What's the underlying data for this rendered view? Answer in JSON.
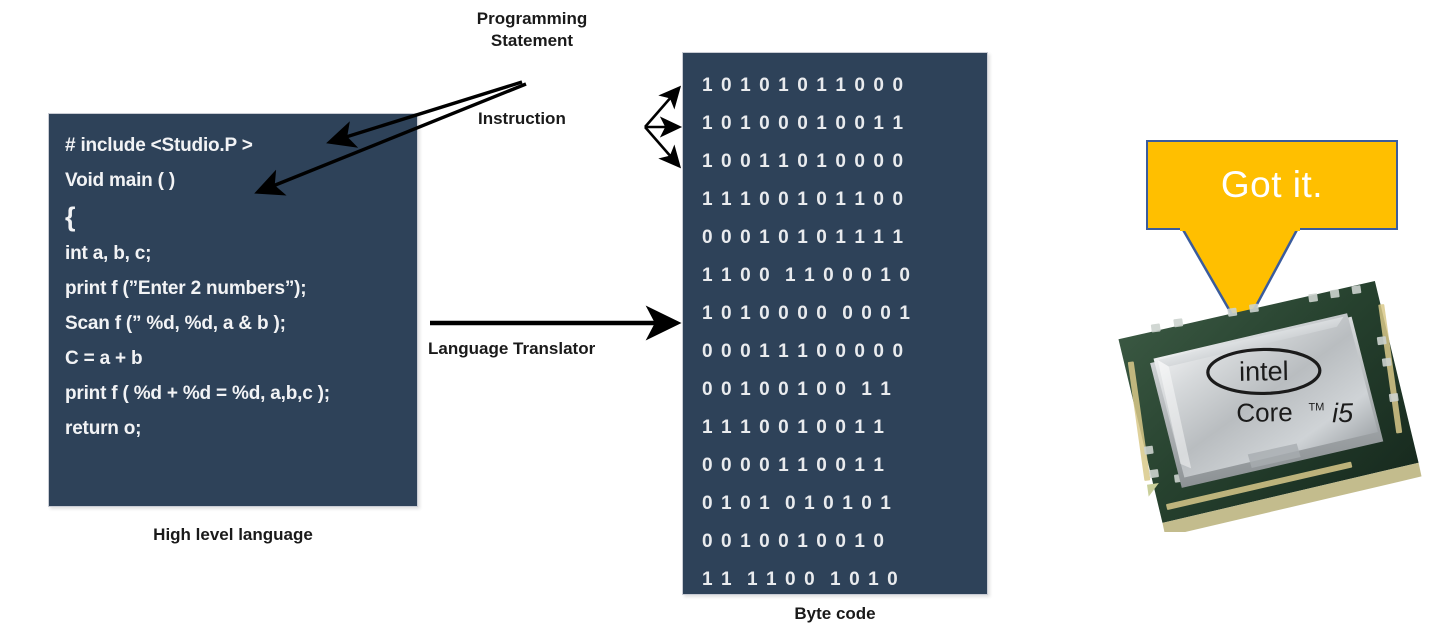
{
  "diagram": {
    "title": "High level language to byte code compilation",
    "colors": {
      "panel_navy": "#2e4259",
      "panel_text": "#f2f3f5",
      "bubble_fill": "#ffbf00",
      "bubble_border": "#3b5c9c",
      "bubble_text": "#ffffff",
      "arrow": "#000000",
      "caption_text": "#1a1a1a",
      "pcb_green": "#24402f",
      "ihs_silver": "#cfd2d4"
    }
  },
  "code_panel": {
    "caption": "High level language",
    "lines": [
      "# include <Studio.P >",
      "Void main ( )",
      "{",
      "int a, b, c;",
      "print f (”Enter 2 numbers”);",
      "Scan f (” %d, %d, a & b );",
      "C = a + b",
      "print f ( %d + %d = %d, a,b,c );",
      "return o;"
    ]
  },
  "binary_panel": {
    "caption": "Byte code",
    "rows": [
      "1 0 1 0 1 0 1 1 0 0 0",
      "1 0 1 0 0 0 1 0 0 1 1",
      "1 0 0 1 1 0 1 0 0 0 0",
      "1 1 1 0 0 1 0 1 1 0 0",
      "0 0 0 1 0 1 0 1 1 1 1",
      "1 1 0 0  1 1 0 0 0 1 0",
      "1 0 1 0 0 0 0  0 0 0 1",
      "0 0 0 1 1 1 0 0 0 0 0",
      "0 0 1 0 0 1 0 0  1 1",
      "1 1 1 0 0 1 0 0 1 1",
      "0 0 0 0 1 1 0 0 1 1",
      "0 1 0 1  0 1 0 1 0 1",
      "0 0 1 0 0 1 0 0 1 0",
      "1 1  1 1 0 0  1 0 1 0"
    ]
  },
  "labels": {
    "programming_statement": "Programming\nStatement",
    "programming_statement_line1": "Programming",
    "programming_statement_line2": "Statement",
    "instruction": "Instruction",
    "language_translator": "Language Translator"
  },
  "speech_bubble": {
    "text": "Got it."
  },
  "cpu": {
    "brand": "intel",
    "model_line1": "Core",
    "model_tm": "TM",
    "model_line2": "i5"
  }
}
